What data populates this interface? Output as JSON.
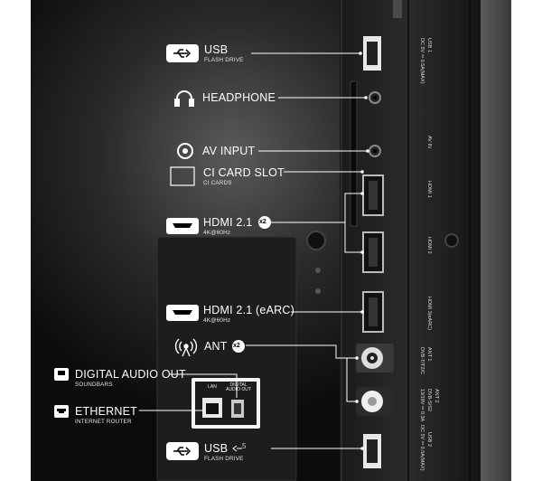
{
  "labels": {
    "usb_top": {
      "title": "USB",
      "sub": "FLASH DRIVE"
    },
    "headphone": {
      "title": "HEADPHONE"
    },
    "av_input": {
      "title": "AV INPUT"
    },
    "ci_card": {
      "title": "CI CARD SLOT",
      "sub": "CI CARDS"
    },
    "hdmi_1": {
      "title": "HDMI 2.1",
      "sub": "4K@60Hz",
      "badge": "x2"
    },
    "hdmi_earc": {
      "title": "HDMI 2.1 (eARC)",
      "sub": "4K@60Hz"
    },
    "ant": {
      "title": "ANT",
      "badge": "x2"
    },
    "digital_audio": {
      "title": "DIGITAL AUDIO OUT",
      "sub": "SOUNDBARS"
    },
    "ethernet": {
      "title": "ETHERNET",
      "sub": "INTERNET ROUTER"
    },
    "usb_bottom": {
      "title": "USB",
      "sub": "FLASH DRIVE",
      "tag": "5"
    }
  },
  "panel_text": {
    "lan": "LAN",
    "digital_audio_out": "DIGITAL AUDIO OUT"
  },
  "side_text": {
    "usb1": "USB 1",
    "usb1_power": "DC 5V ⎓ 0.5A(MAX)",
    "av_in": "AV IN",
    "hdmi1": "HDMI 1",
    "hdmi2": "HDMI 2",
    "hdmi3": "HDMI 3(eARC)",
    "ant1": "ANT 1",
    "ant1_std": "DVB-T/T2/C",
    "ant2": "ANT 2",
    "ant2_std": "DVB-S/S2",
    "ant2_power": "13/18V ⎓ 0.3A",
    "usb2": "USB 2",
    "usb2_power": "DC 5V ⎓ 0.5A(MAX)"
  },
  "colors": {
    "background": "#111111",
    "panel": "#1e1e1e",
    "label": "#ffffff",
    "line": "#ffffff"
  }
}
